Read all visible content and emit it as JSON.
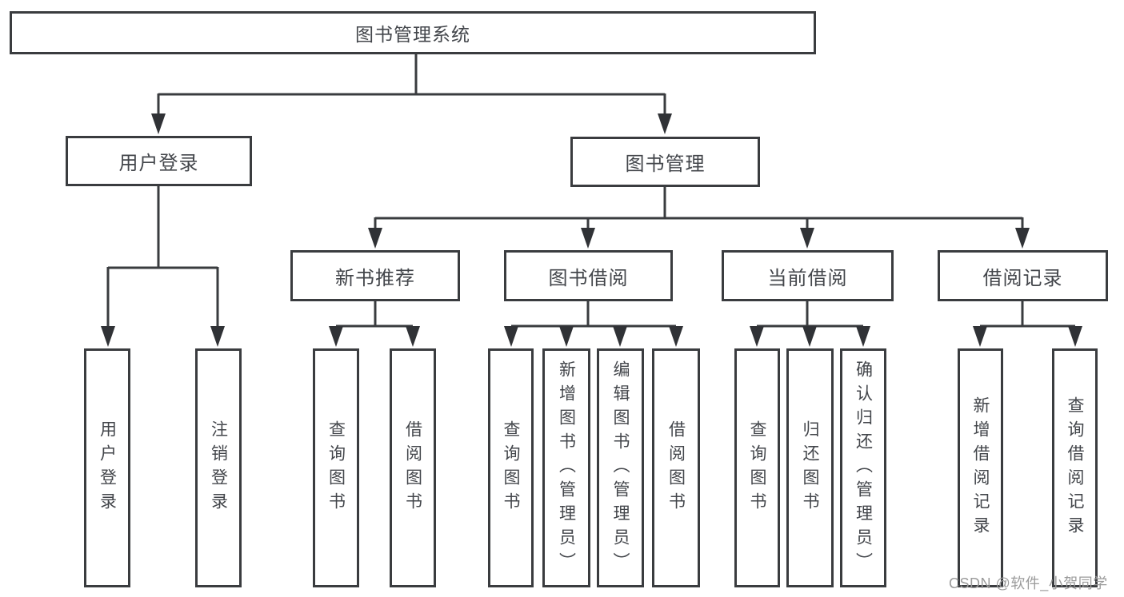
{
  "colors": {
    "line": "#3a3c3f",
    "arrow": "#303236",
    "node_border": "#3a3c3f",
    "node_text": "#43464b",
    "watermark": "#9b9b9b",
    "background": "#ffffff"
  },
  "watermark": "CSDN @软件_小贺同学",
  "tree": {
    "label": "图书管理系统",
    "children": [
      {
        "label": "用户登录",
        "children": [
          {
            "label": "用户登录"
          },
          {
            "label": "注销登录"
          }
        ]
      },
      {
        "label": "图书管理",
        "children": [
          {
            "label": "新书推荐",
            "children": [
              {
                "label": "查询图书"
              },
              {
                "label": "借阅图书"
              }
            ]
          },
          {
            "label": "图书借阅",
            "children": [
              {
                "label": "查询图书"
              },
              {
                "label": "新增图书（管理员）"
              },
              {
                "label": "编辑图书（管理员）"
              },
              {
                "label": "借阅图书"
              }
            ]
          },
          {
            "label": "当前借阅",
            "children": [
              {
                "label": "查询图书"
              },
              {
                "label": "归还图书"
              },
              {
                "label": "确认归还（管理员）"
              }
            ]
          },
          {
            "label": "借阅记录",
            "children": [
              {
                "label": "新增借阅记录"
              },
              {
                "label": "查询借阅记录"
              }
            ]
          }
        ]
      }
    ]
  }
}
